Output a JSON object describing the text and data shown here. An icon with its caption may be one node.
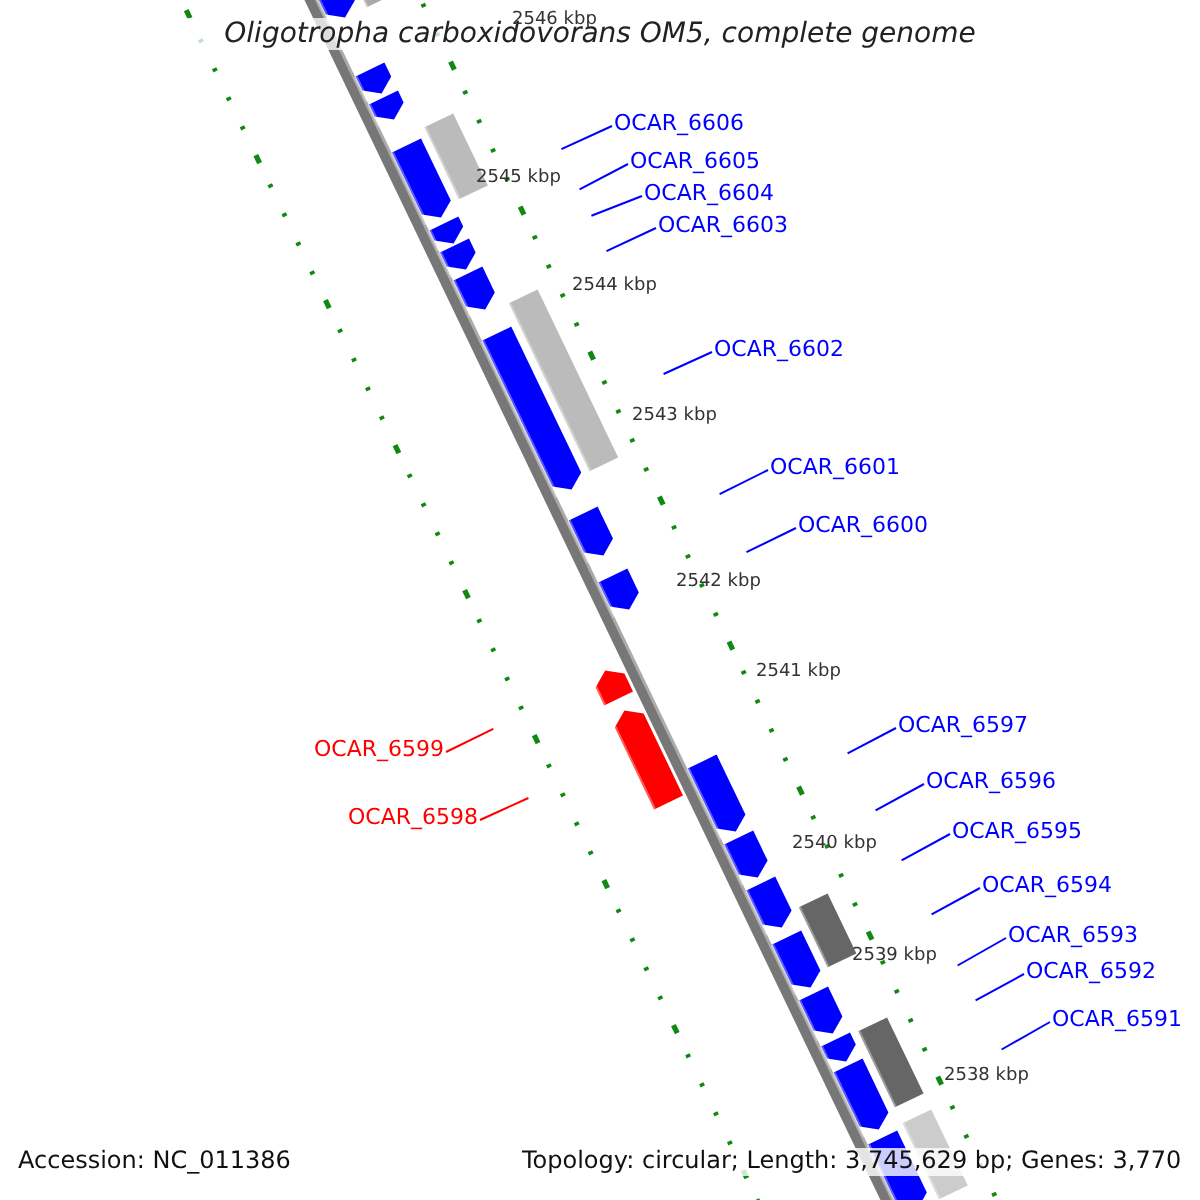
{
  "diagram": {
    "title": "Oligotropha carboxidovorans OM5, complete genome",
    "nodes": [
      {
        "text": [
          "OCAR_6606"
        ]
      },
      {
        "text": [
          "OCAR_6605"
        ]
      },
      {
        "text": [
          "OCAR_6604"
        ]
      },
      {
        "text": [
          "OCAR_6603"
        ]
      },
      {
        "text": [
          "OCAR_6602"
        ]
      },
      {
        "text": [
          "OCAR_6601"
        ]
      },
      {
        "text": [
          "OCAR_6600"
        ]
      },
      {
        "text": [
          "OCAR_6597"
        ]
      },
      {
        "text": [
          "OCAR_6599"
        ]
      },
      {
        "text": [
          "OCAR_6596"
        ]
      },
      {
        "text": [
          "OCAR_6598"
        ]
      },
      {
        "text": [
          "OCAR_6595"
        ]
      },
      {
        "text": [
          "OCAR_6594"
        ]
      },
      {
        "text": [
          "OCAR_6593"
        ]
      },
      {
        "text": [
          "OCAR_6592"
        ]
      },
      {
        "text": [
          "OCAR_6591"
        ]
      }
    ],
    "edges": [
      {
        "from": 0,
        "to": null,
        "arrow": "none"
      },
      {
        "from": 1,
        "to": null,
        "arrow": "none"
      },
      {
        "from": 2,
        "to": null,
        "arrow": "none"
      },
      {
        "from": 3,
        "to": null,
        "arrow": "none"
      },
      {
        "from": 4,
        "to": null,
        "arrow": "none"
      },
      {
        "from": 5,
        "to": null,
        "arrow": "none"
      },
      {
        "from": 6,
        "to": null,
        "arrow": "none"
      },
      {
        "from": 7,
        "to": null,
        "arrow": "none"
      },
      {
        "from": 8,
        "to": null,
        "arrow": "none",
        "color": "#ff0000"
      },
      {
        "from": 9,
        "to": null,
        "arrow": "none"
      },
      {
        "from": 10,
        "to": null,
        "arrow": "none",
        "color": "#ff0000"
      },
      {
        "from": 11,
        "to": null,
        "arrow": "none"
      },
      {
        "from": 12,
        "to": null,
        "arrow": "none"
      },
      {
        "from": 13,
        "to": null,
        "arrow": "none"
      },
      {
        "from": 14,
        "to": null,
        "arrow": "none"
      },
      {
        "from": 15,
        "to": null,
        "arrow": "none"
      }
    ],
    "labels": [
      "2546 kbp",
      "2545 kbp",
      "2544 kbp",
      "2543 kbp",
      "2542 kbp",
      "2541 kbp",
      "2540 kbp",
      "2539 kbp",
      "2538 kbp",
      "Accession: NC_011386",
      "Topology: circular; Length: 3,745,629 bp; Genes: 3,770"
    ]
  }
}
